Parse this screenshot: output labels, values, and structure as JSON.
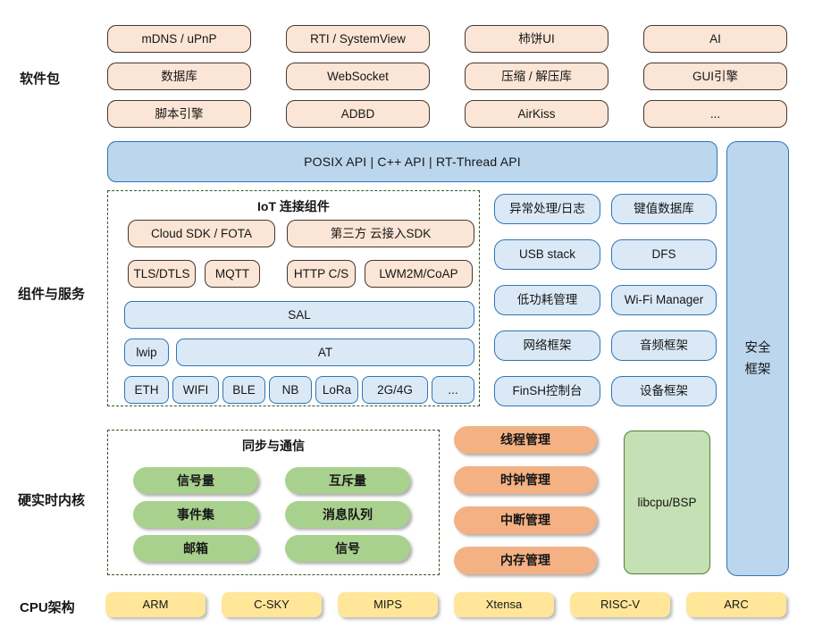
{
  "section_labels": {
    "packages": "软件包",
    "components": "组件与服务",
    "kernel": "硬实时内核",
    "cpu": "CPU架构"
  },
  "packages": [
    "mDNS / uPnP",
    "RTI / SystemView",
    "柿饼UI",
    "AI",
    "数据库",
    "WebSocket",
    "压缩 / 解压库",
    "GUI引擎",
    "脚本引擎",
    "ADBD",
    "AirKiss",
    "..."
  ],
  "api_band": "POSIX API  |  C++ API  |  RT-Thread API",
  "security_framework": {
    "line1": "安全",
    "line2": "框架"
  },
  "iot": {
    "title": "IoT 连接组件",
    "cloud_sdk": "Cloud SDK / FOTA",
    "third_party_sdk": "第三方 云接入SDK",
    "protocols": [
      "TLS/DTLS",
      "MQTT",
      "HTTP C/S",
      "LWM2M/CoAP"
    ],
    "sal": "SAL",
    "lwip": "lwip",
    "at": "AT",
    "links": [
      "ETH",
      "WIFI",
      "BLE",
      "NB",
      "LoRa",
      "2G/4G",
      "..."
    ]
  },
  "services": [
    "异常处理/日志",
    "键值数据库",
    "USB stack",
    "DFS",
    "低功耗管理",
    "Wi-Fi Manager",
    "网络框架",
    "音频框架",
    "FinSH控制台",
    "设备框架"
  ],
  "sync": {
    "title": "同步与通信",
    "items": [
      "信号量",
      "互斥量",
      "事件集",
      "消息队列",
      "邮箱",
      "信号"
    ]
  },
  "kernel_mgmt": [
    "线程管理",
    "时钟管理",
    "中断管理",
    "内存管理"
  ],
  "libcpu": "libcpu/BSP",
  "cpu_archs": [
    "ARM",
    "C-SKY",
    "MIPS",
    "Xtensa",
    "RISC-V",
    "ARC"
  ],
  "colors": {
    "peach_fill": "#fbe5d6",
    "peach_border": "#45382f",
    "blue_light_fill": "#dbe9f7",
    "blue_band_fill": "#bcd6ee",
    "blue_border": "#2e75b6",
    "dashed_border": "#375623",
    "green_pill": "#a9d18e",
    "orange_pill": "#f4b183",
    "yellow_pill": "#ffe699",
    "libcpu_fill": "#c5e0b4",
    "libcpu_border": "#538135"
  }
}
